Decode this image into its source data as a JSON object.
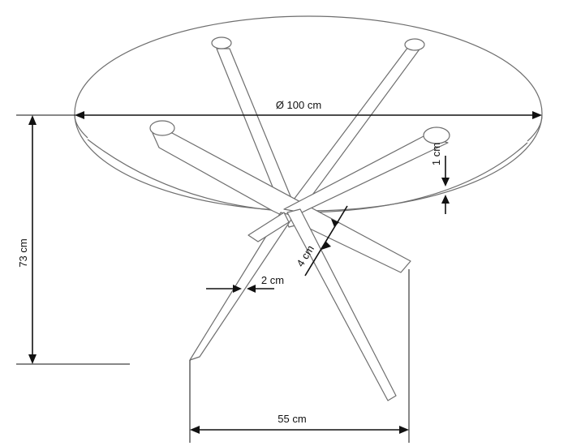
{
  "labels": {
    "diameter": "Ø 100 cm",
    "height": "73 cm",
    "top_thickness": "1 cm",
    "leg_depth": "4 cm",
    "leg_width": "2 cm",
    "base_width": "55 cm"
  },
  "colors": {
    "outline": "#6e6e6e",
    "dimension": "#111111",
    "background": "#ffffff"
  }
}
